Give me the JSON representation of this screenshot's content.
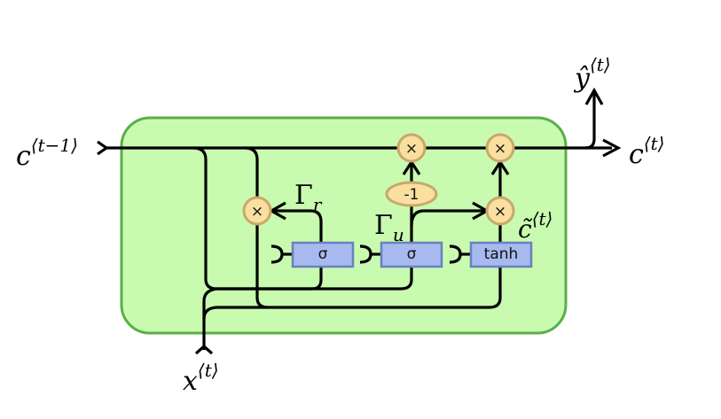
{
  "diagram": {
    "title": "GRU cell",
    "inputs": {
      "prev_memory": {
        "base": "c",
        "sup": "⟨t−1⟩"
      },
      "input": {
        "base": "x",
        "sup": "⟨t⟩"
      }
    },
    "outputs": {
      "memory": {
        "base": "c",
        "sup": "⟨t⟩"
      },
      "prediction": {
        "base": "ŷ",
        "sup": "⟨t⟩"
      }
    },
    "gates": [
      {
        "id": "reset",
        "label": "σ",
        "gate_symbol": "Γ",
        "gate_sub": "r"
      },
      {
        "id": "update",
        "label": "σ",
        "gate_symbol": "Γ",
        "gate_sub": "u"
      },
      {
        "id": "candidate",
        "label": "tanh",
        "output_base": "c̃",
        "output_sup": "⟨t⟩"
      }
    ],
    "operations": {
      "reset_multiply": "×",
      "forget_multiply": "×",
      "update_multiply": "×",
      "output_multiply": "×",
      "one_minus": "-1"
    },
    "colors": {
      "cell_fill": "#c8fbb0",
      "cell_stroke": "#5aae4a",
      "op_fill": "#f9dfa0",
      "op_stroke": "#c9a86a",
      "gate_fill": "#a7b9ee",
      "gate_stroke": "#6a81c0"
    }
  }
}
